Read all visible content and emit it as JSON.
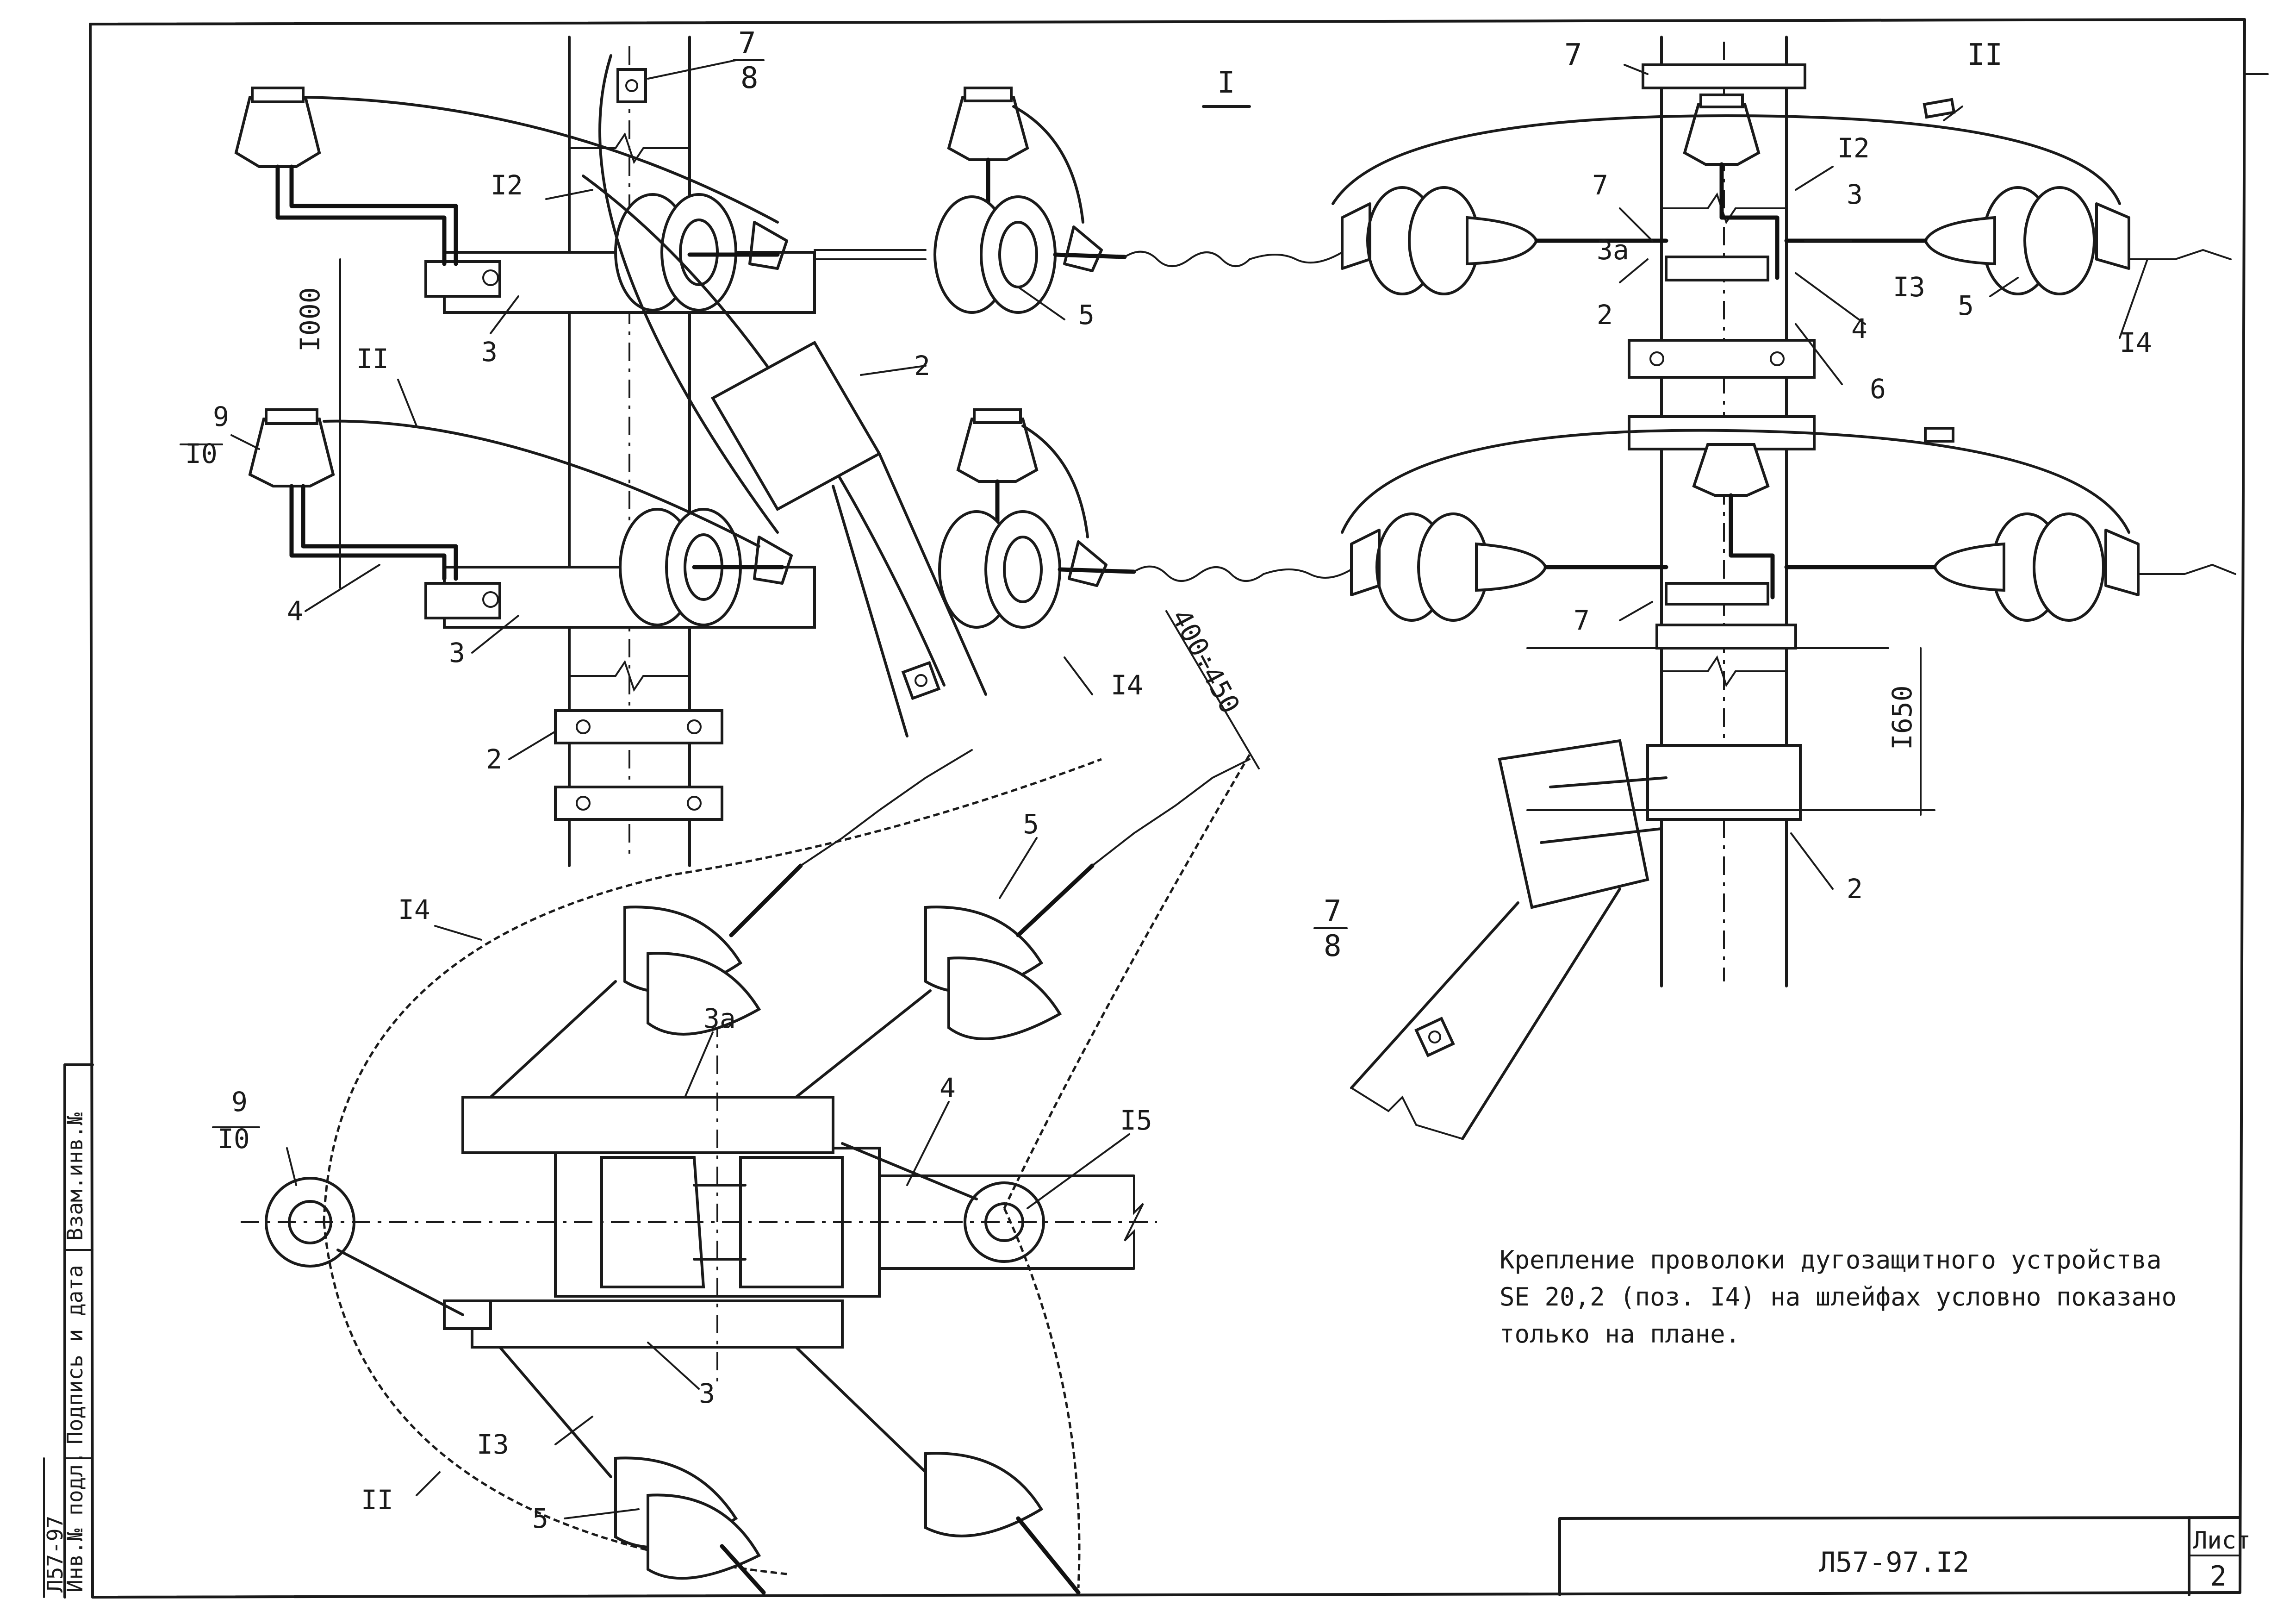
{
  "drawing": {
    "section_label": "I",
    "note": [
      "Крепление проволоки дугозащитного устройства",
      "SE 20,2 (поз. I4) на шлейфах условно показано",
      "только на плане."
    ],
    "dimensions": {
      "vertical_left": "I000",
      "vertical_right": "I650",
      "diagonal": "400÷450"
    },
    "callouts": {
      "n7": "7",
      "n8": "8",
      "n2": "2",
      "n3": "3",
      "n3a": "3a",
      "n4": "4",
      "n5": "5",
      "n6": "6",
      "n9": "9",
      "n10": "I0",
      "n11": "II",
      "n12": "I2",
      "n13": "I3",
      "n14": "I4",
      "n15": "I5"
    }
  },
  "title_block": {
    "code": "Л57-97.I2",
    "sheet_label": "Лист",
    "sheet_number": "2"
  },
  "side_stamp": {
    "field_inv": "Инв.№ подл.",
    "field_sign": "Подпись и дата",
    "field_replace": "Взам.инв.№",
    "code": "Л57-97"
  }
}
